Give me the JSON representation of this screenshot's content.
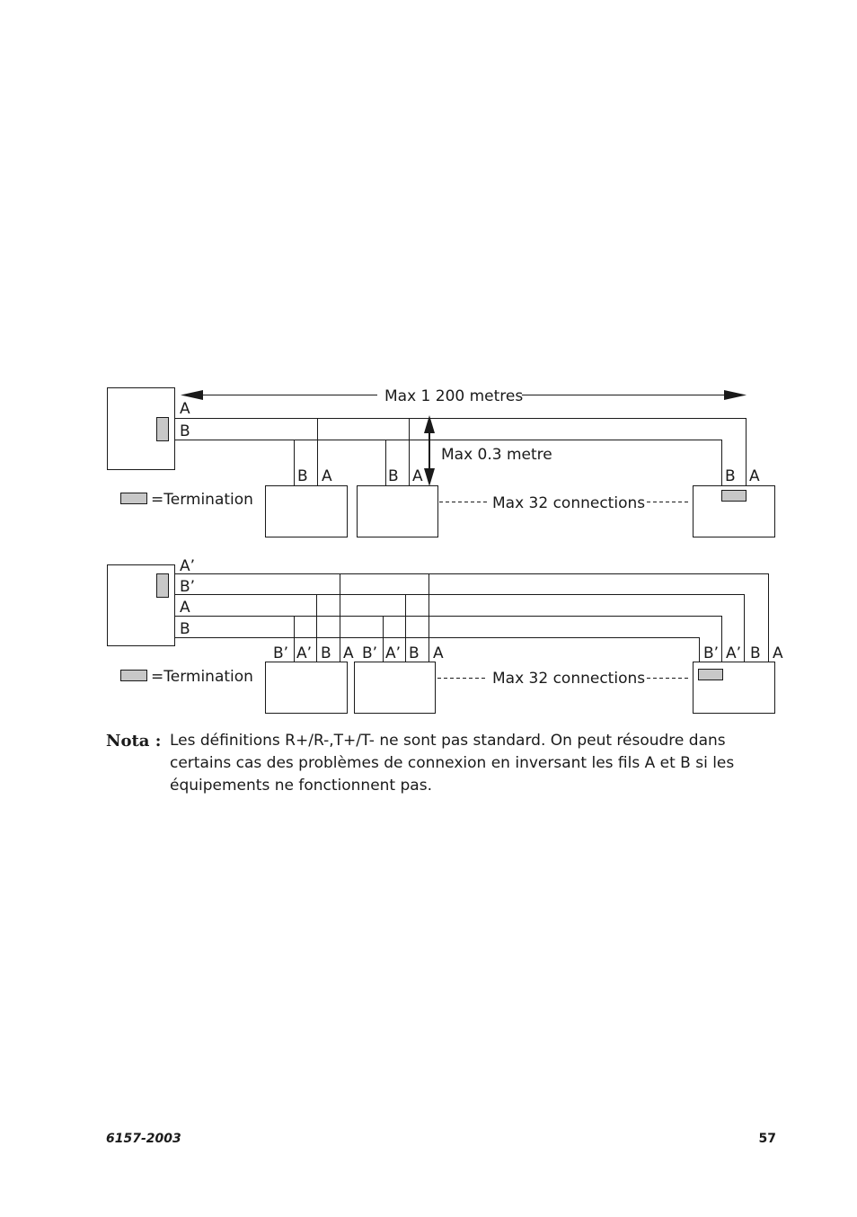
{
  "diagram1": {
    "max_length_label": "Max 1 200 metres",
    "max_stub_label": "Max 0.3 metre",
    "max_connections_label": "Max 32 connections",
    "termination_label": "=Termination",
    "wire_labels": [
      "A",
      "B"
    ],
    "node1_labels": [
      "B",
      "A"
    ],
    "node2_labels": [
      "B",
      "A"
    ],
    "node3_labels": [
      "B",
      "A"
    ]
  },
  "diagram2": {
    "max_connections_label": "Max 32 connections",
    "termination_label": "=Termination",
    "wire_labels": [
      "A’",
      "B’",
      "A",
      "B"
    ],
    "node1_labels": [
      "B’",
      "A’",
      "B",
      "A"
    ],
    "node2_labels": [
      "B’",
      "A’",
      "B",
      "A"
    ],
    "node3_labels": [
      "B’",
      "A’",
      "B",
      "A"
    ]
  },
  "nota": {
    "heading": "Nota :",
    "text": "Les définitions R+/R-,T+/T- ne sont pas standard. On peut résoudre dans certains cas des problèmes de connexion en inversant les fils A et B si les équipements ne fonctionnent pas."
  },
  "footer": {
    "doc_number": "6157-2003",
    "page_number": "57"
  },
  "colors": {
    "termination_fill": "#c8c8c8",
    "line": "#1a1a1a"
  }
}
